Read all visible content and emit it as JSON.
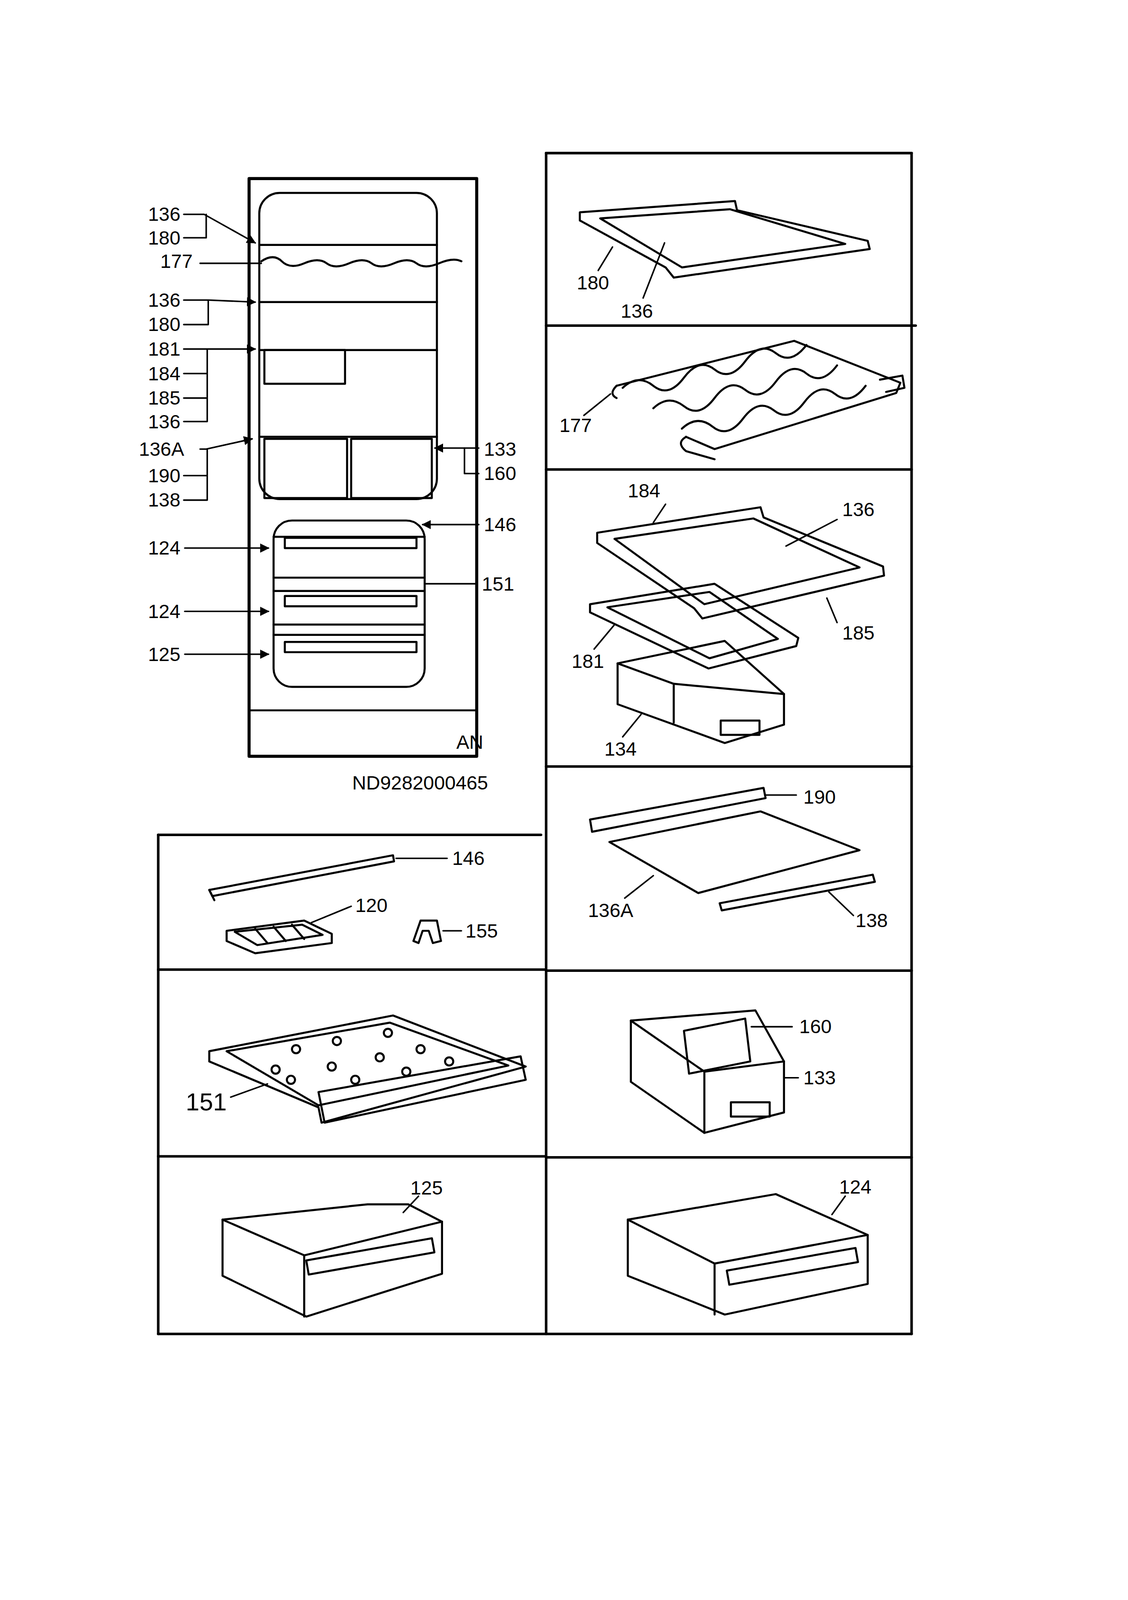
{
  "diagram": {
    "labels": [
      "136",
      "180",
      "177",
      "136",
      "180",
      "181",
      "184",
      "185",
      "136",
      "136A",
      "190",
      "138",
      "133",
      "160",
      "146",
      "124",
      "151",
      "124",
      "125",
      "AN",
      "ND9282000465",
      "180",
      "136",
      "177",
      "184",
      "136",
      "185",
      "181",
      "134",
      "190",
      "136A",
      "138",
      "146",
      "120",
      "155",
      "151",
      "160",
      "133",
      "125",
      "124"
    ]
  }
}
